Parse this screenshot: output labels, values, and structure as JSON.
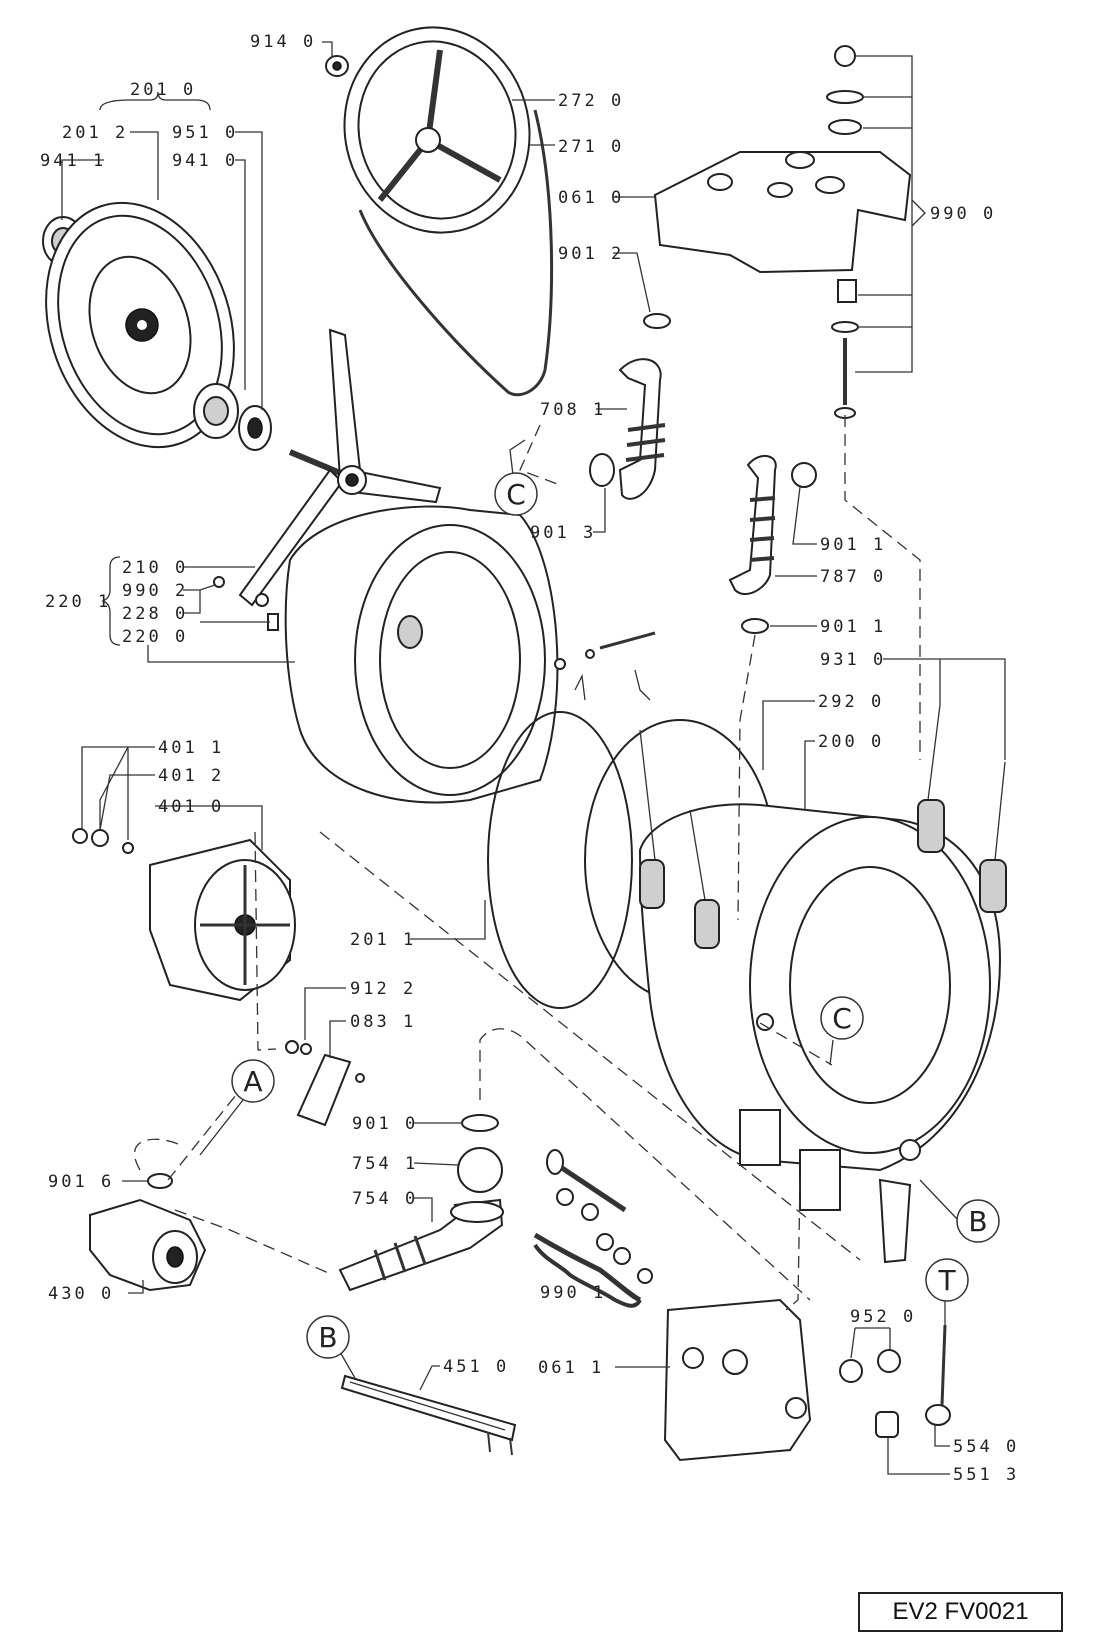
{
  "drawing_code": "EV2 FV0021",
  "labels": {
    "l2010": "201 0",
    "l2012": "201 2",
    "l9510": "951 0",
    "l9411": "941 1",
    "l9410": "941 0",
    "l9140": "914 0",
    "l2720": "272 0",
    "l2710": "271 0",
    "l0610": "061 0",
    "l9012": "901 2",
    "l9900": "990 0",
    "l7081": "708 1",
    "l9013": "901 3",
    "l9011a": "901 1",
    "l7870": "787 0",
    "l9011b": "901 1",
    "l9310": "931 0",
    "l2920": "292 0",
    "l2000": "200 0",
    "l2100": "210 0",
    "l9902": "990 2",
    "l2280": "228 0",
    "l2200": "220 0",
    "l2201": "220 1",
    "l4011": "401 1",
    "l4012": "401 2",
    "l4010": "401 0",
    "l2011": "201 1",
    "l9122": "912 2",
    "l0831": "083 1",
    "l9010": "901 0",
    "l7541": "754 1",
    "l7540": "754 0",
    "l9016": "901 6",
    "l4300": "430 0",
    "l9901": "990 1",
    "l4510": "451 0",
    "l0611": "061 1",
    "l9520": "952 0",
    "l5540": "554 0",
    "l5513": "551 3"
  },
  "callouts": {
    "c_top": "C",
    "c_tub": "C",
    "a": "A",
    "b_heater": "B",
    "b_tub": "B",
    "t": "T"
  }
}
